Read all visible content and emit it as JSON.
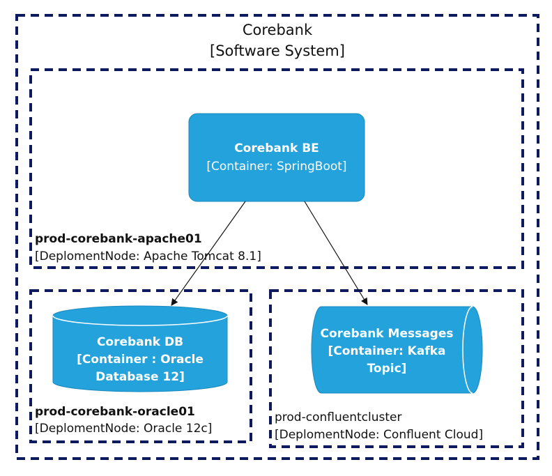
{
  "system": {
    "name": "Corebank",
    "type": "[Software System]"
  },
  "nodes": {
    "apache": {
      "name": "prod-corebank-apache01",
      "type": "[DeplomentNode: Apache Tomcat 8.1]"
    },
    "oracle": {
      "name": "prod-corebank-oracle01",
      "type": "[DeplomentNode: Oracle 12c]"
    },
    "confluent": {
      "name": "prod-confluentcluster",
      "type": "[DeplomentNode: Confluent Cloud]"
    }
  },
  "containers": {
    "be": {
      "name": "Corebank BE",
      "type": "[Container: SpringBoot]"
    },
    "db": {
      "line1": "Corebank DB",
      "line2": "[Container : Oracle",
      "line3": "Database 12]"
    },
    "messages": {
      "line1": "Corebank Messages",
      "line2": "[Container: Kafka",
      "line3": "Topic]"
    }
  },
  "colors": {
    "container_fill": "#23a2dc",
    "container_stroke": "#1a88bd",
    "boundary": "#0d1a5e",
    "text_dark": "#111111",
    "text_light": "#ffffff"
  }
}
